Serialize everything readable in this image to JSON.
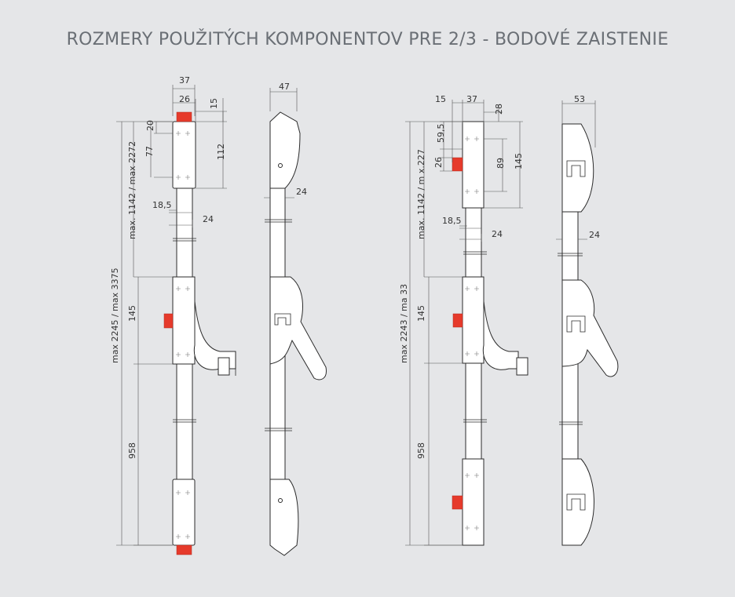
{
  "title": "ROZMERY POUŽITÝCH KOMPONENTOV PRE 2/3 - BODOVÉ ZAISTENIE",
  "colors": {
    "background": "#e5e6e8",
    "accent_red": "#e63a2b",
    "title": "#6a6f75"
  },
  "left_front": {
    "top_width": "37",
    "inner_width": "26",
    "top_offset": "15",
    "top_h1": "20",
    "top_h2": "77",
    "top_total": "112",
    "bar_width": "18,5",
    "bar_depth": "24",
    "span1": "max. 1142 / max 2272",
    "span_total": "max 2245 / max 3375",
    "mid_height": "145",
    "lower_span": "958"
  },
  "left_side": {
    "top_width": "47",
    "bar_depth": "24"
  },
  "right_front": {
    "off": "15",
    "width": "37",
    "top_off": "28",
    "h1": "59,5",
    "h2": "26",
    "h3": "89",
    "top_total": "145",
    "bar_width": "18,5",
    "bar_depth": "24",
    "span1": "max. 1142 / m x.227",
    "span_total": "max 2243 / ma 33",
    "mid_height": "145",
    "lower_span": "958"
  },
  "right_side": {
    "top_width": "53",
    "bar_depth": "24"
  }
}
